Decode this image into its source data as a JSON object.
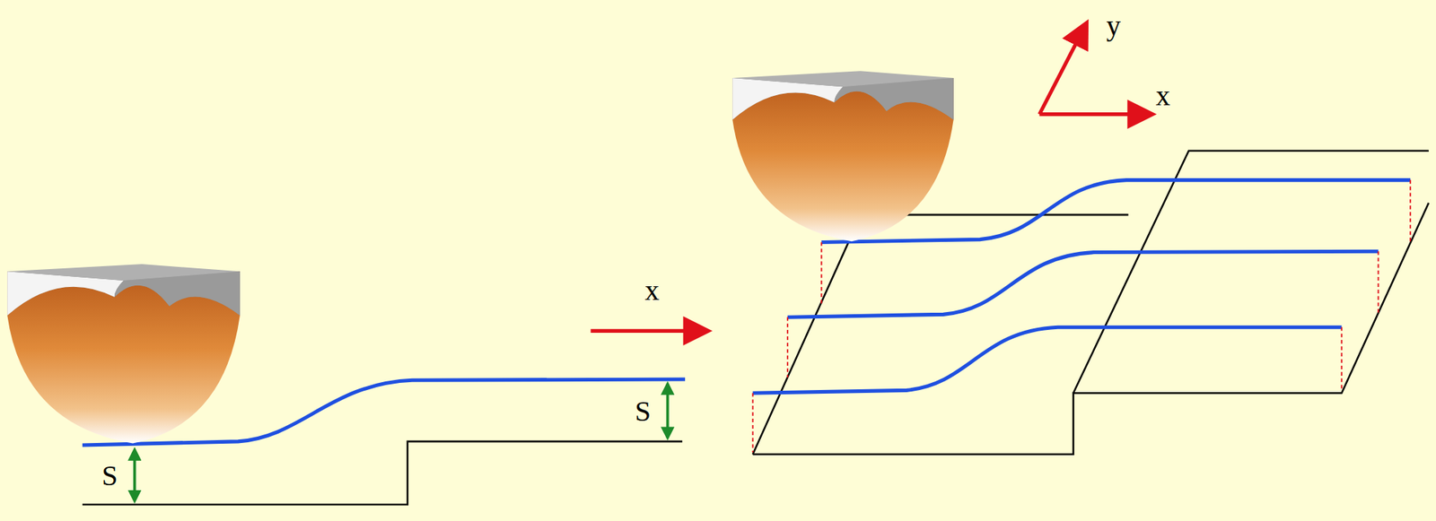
{
  "diagram": {
    "labels": [
      "S",
      "S",
      "x",
      "y",
      "x"
    ]
  }
}
